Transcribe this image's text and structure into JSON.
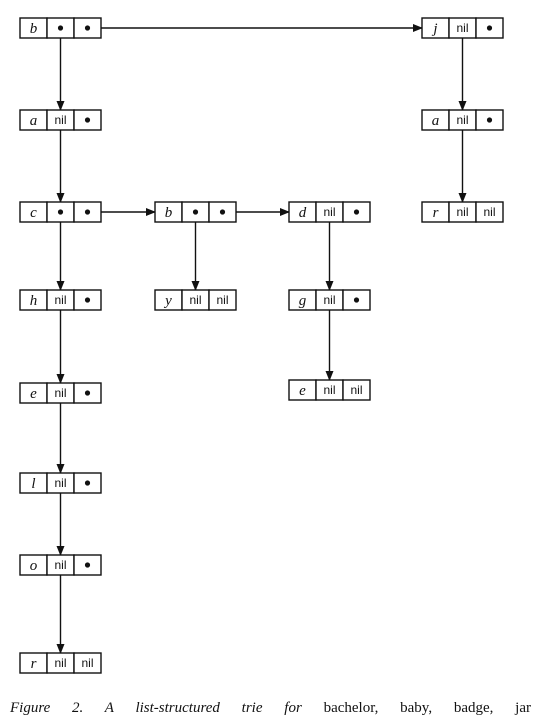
{
  "nil_label": "nil",
  "nodes": {
    "b1": {
      "letter": "b",
      "next": "ptr",
      "child": "ptr"
    },
    "a1": {
      "letter": "a",
      "next": "ptr",
      "child": "nil"
    },
    "c1": {
      "letter": "c",
      "next": "ptr",
      "child": "ptr"
    },
    "h": {
      "letter": "h",
      "next": "ptr",
      "child": "nil"
    },
    "e1": {
      "letter": "e",
      "next": "ptr",
      "child": "nil"
    },
    "l": {
      "letter": "l",
      "next": "ptr",
      "child": "nil"
    },
    "o": {
      "letter": "o",
      "next": "ptr",
      "child": "nil"
    },
    "r1": {
      "letter": "r",
      "next": "nil",
      "child": "nil"
    },
    "b2": {
      "letter": "b",
      "next": "ptr",
      "child": "ptr"
    },
    "y": {
      "letter": "y",
      "next": "nil",
      "child": "nil"
    },
    "d": {
      "letter": "d",
      "next": "ptr",
      "child": "nil"
    },
    "g": {
      "letter": "g",
      "next": "ptr",
      "child": "nil"
    },
    "e2": {
      "letter": "e",
      "next": "nil",
      "child": "nil"
    },
    "j": {
      "letter": "j",
      "next": "ptr",
      "child": "nil"
    },
    "a2": {
      "letter": "a",
      "next": "ptr",
      "child": "nil"
    },
    "r2": {
      "letter": "r",
      "next": "nil",
      "child": "nil"
    }
  },
  "edges": [
    {
      "from": "b1",
      "to": "a1",
      "kind": "down"
    },
    {
      "from": "a1",
      "to": "c1",
      "kind": "down"
    },
    {
      "from": "c1",
      "to": "h",
      "kind": "down"
    },
    {
      "from": "h",
      "to": "e1",
      "kind": "down"
    },
    {
      "from": "e1",
      "to": "l",
      "kind": "down"
    },
    {
      "from": "l",
      "to": "o",
      "kind": "down"
    },
    {
      "from": "o",
      "to": "r1",
      "kind": "down"
    },
    {
      "from": "b1",
      "to": "j",
      "kind": "right"
    },
    {
      "from": "c1",
      "to": "b2",
      "kind": "right"
    },
    {
      "from": "b2",
      "to": "d",
      "kind": "right"
    },
    {
      "from": "b2",
      "to": "y",
      "kind": "down"
    },
    {
      "from": "d",
      "to": "g",
      "kind": "down"
    },
    {
      "from": "g",
      "to": "e2",
      "kind": "down"
    },
    {
      "from": "j",
      "to": "a2",
      "kind": "down"
    },
    {
      "from": "a2",
      "to": "r2",
      "kind": "down"
    }
  ],
  "caption": {
    "italic_part": "Figure 2. A list-structured trie for",
    "words_part": "bachelor, baby, badge, jar"
  }
}
